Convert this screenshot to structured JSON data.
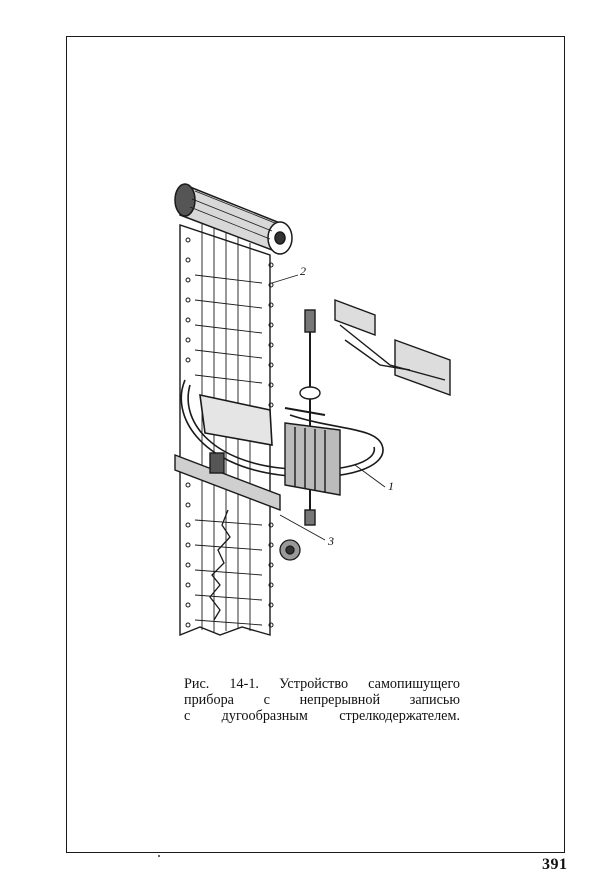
{
  "figure": {
    "callouts": {
      "c1": "1",
      "c2": "2",
      "c3": "3"
    }
  },
  "caption": {
    "line1": "Рис. 14-1. Устройство самопишущего",
    "line2": "прибора с непрерывной записью",
    "line3": "с дугообразным стрелкодержателем."
  },
  "page_number": "391"
}
